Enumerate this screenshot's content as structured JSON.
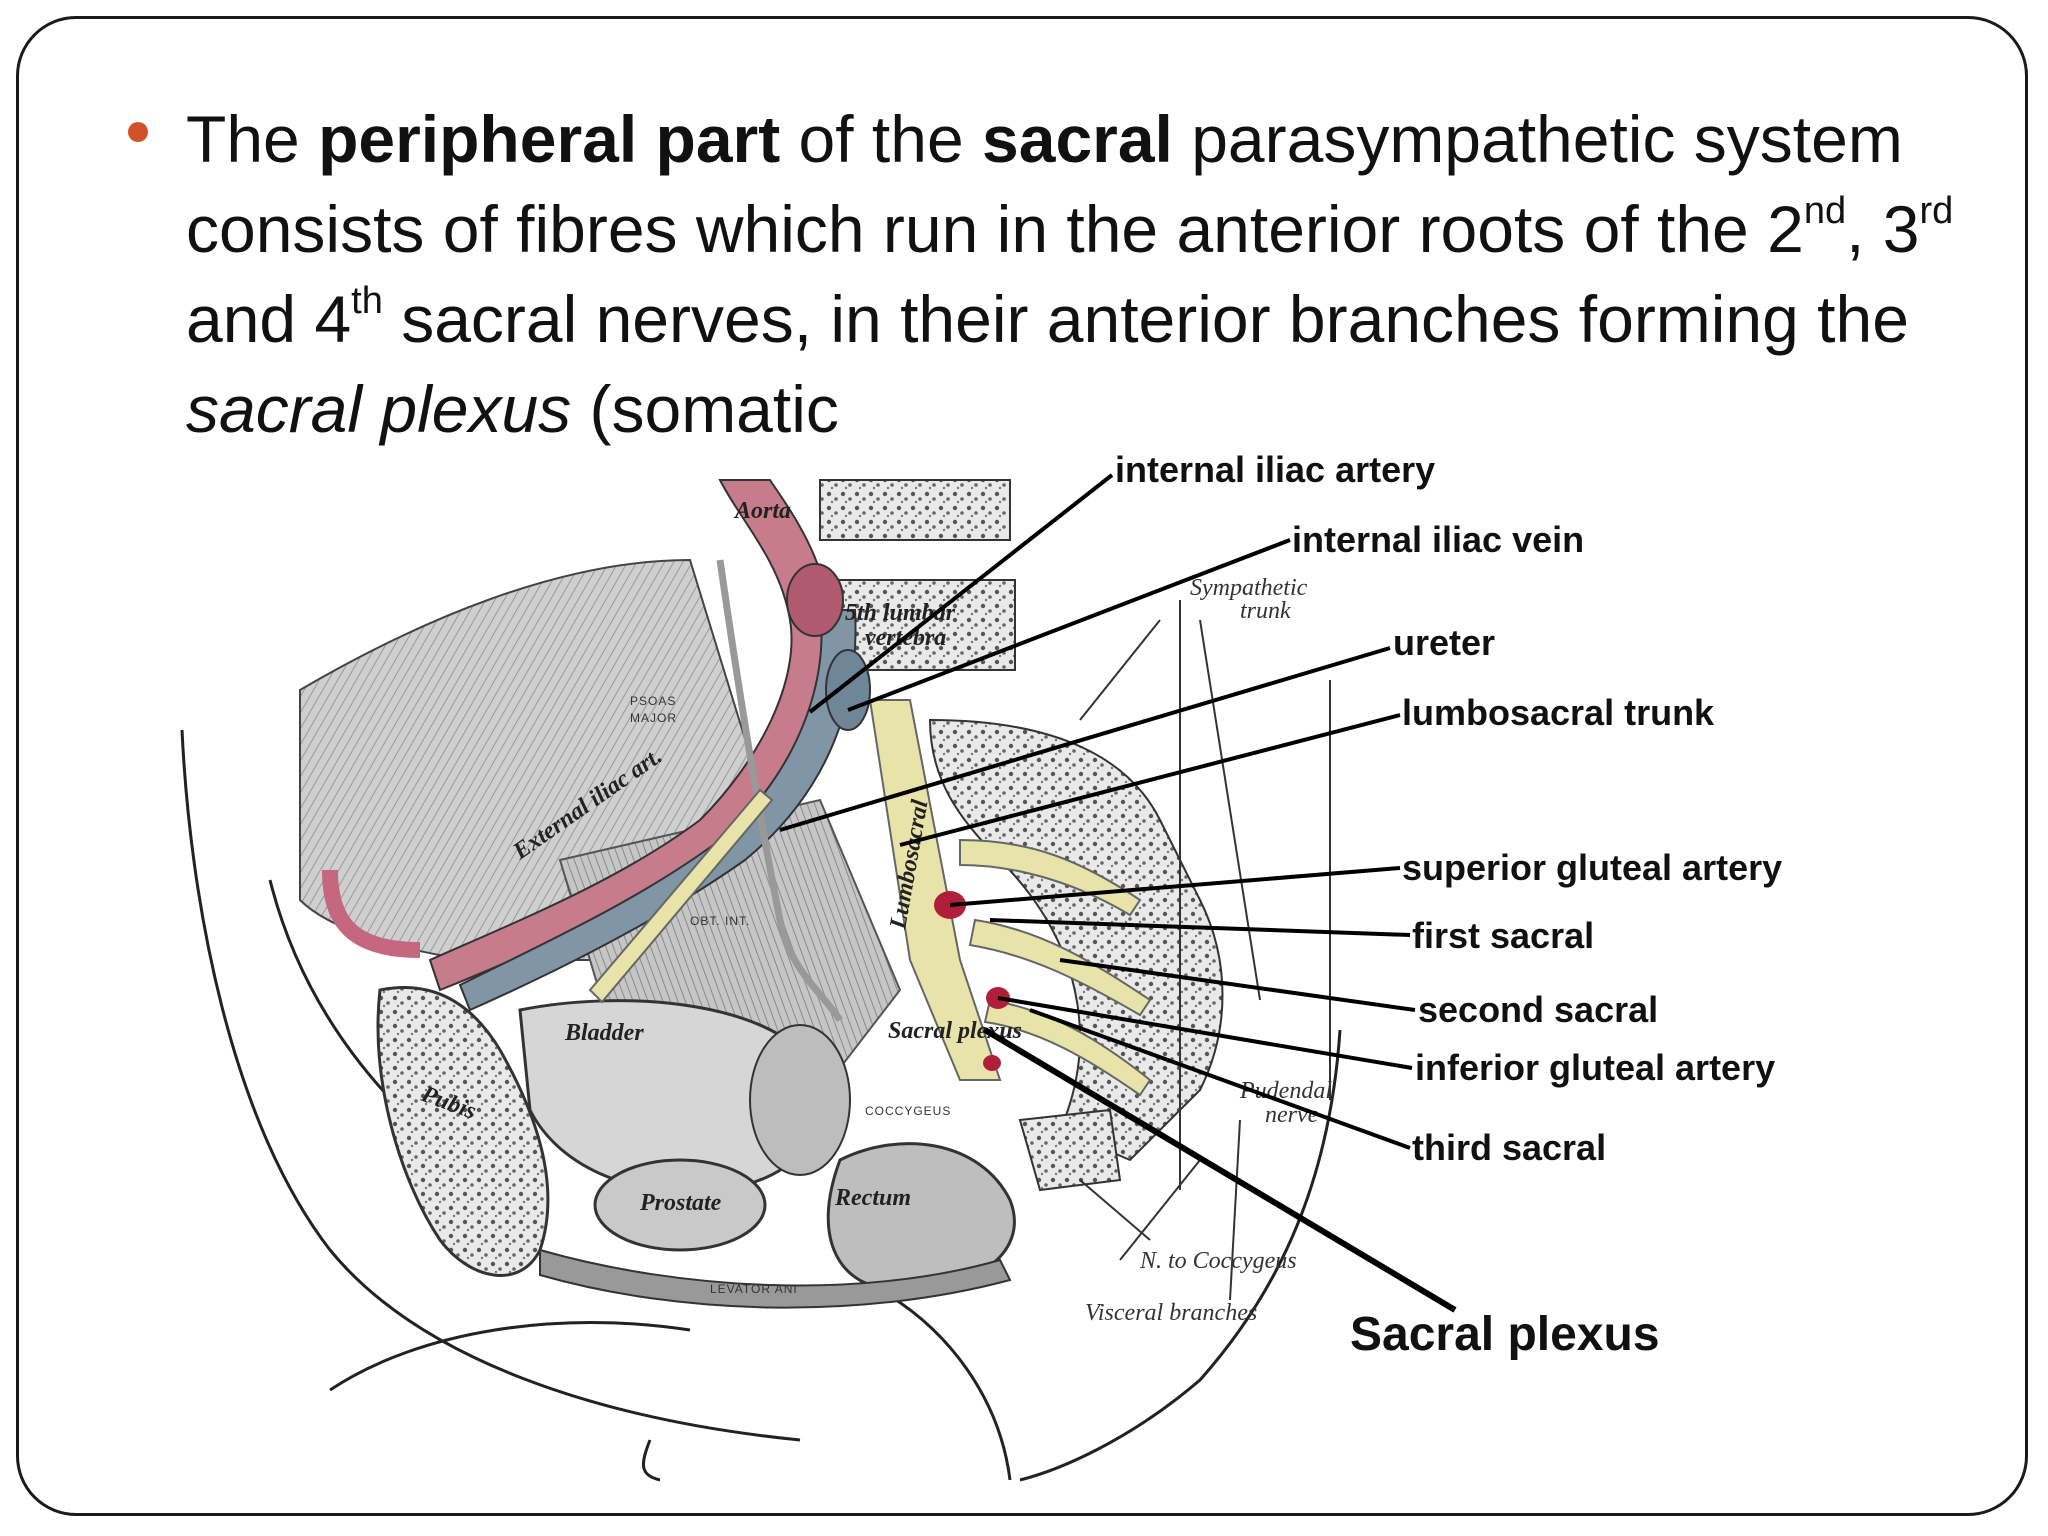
{
  "slide": {
    "bullet_color": "#d0512a",
    "paragraph": {
      "t1": "The ",
      "b1": "peripheral part",
      "t2": " of the ",
      "b2": "sacral",
      "t3": " parasympathetic system consists of fibres which run in the anterior roots of the 2",
      "sup1": "nd",
      "t4": ", 3",
      "sup2": "rd",
      "t5": " and 4",
      "sup3": "th",
      "t6": " sacral nerves, in their anterior branches forming the ",
      "i1": "sacral plexus",
      "t7": " (somatic"
    }
  },
  "figure": {
    "labels": {
      "internal_iliac_artery": "internal iliac artery",
      "internal_iliac_vein": "internal iliac vein",
      "ureter": "ureter",
      "lumbosacral_trunk": "lumbosacral trunk",
      "superior_gluteal_artery": "superior gluteal artery",
      "first_sacral": "first sacral",
      "second_sacral": "second sacral",
      "inferior_gluteal_artery": "inferior gluteal artery",
      "third_sacral": "third sacral",
      "sacral_plexus": "Sacral plexus"
    },
    "engraving_labels": {
      "aorta": "Aorta",
      "sympathetic": "Sympathetic",
      "trunk": "trunk",
      "fifth_lumbar": "5th lumbar",
      "vertebra": "vertebra",
      "psoas": "PSOAS",
      "major": "MAJOR",
      "external_iliac": "External iliac art.",
      "obt_int": "OBT. INT.",
      "bladder": "Bladder",
      "pubis": "Pubis",
      "prostate": "Prostate",
      "rectum": "Rectum",
      "coccygeus": "COCCYGEUS",
      "levator_ani": "LEVATOR ANI",
      "n_to_coccygeus": "N. to Coccygeus",
      "visceral_branches": "Visceral branches",
      "pudendal": "Pudendal",
      "nerve": "nerve",
      "sacral_plexus_engr": "Sacral plexus",
      "lumbosacral": "Lumbosacral"
    }
  }
}
